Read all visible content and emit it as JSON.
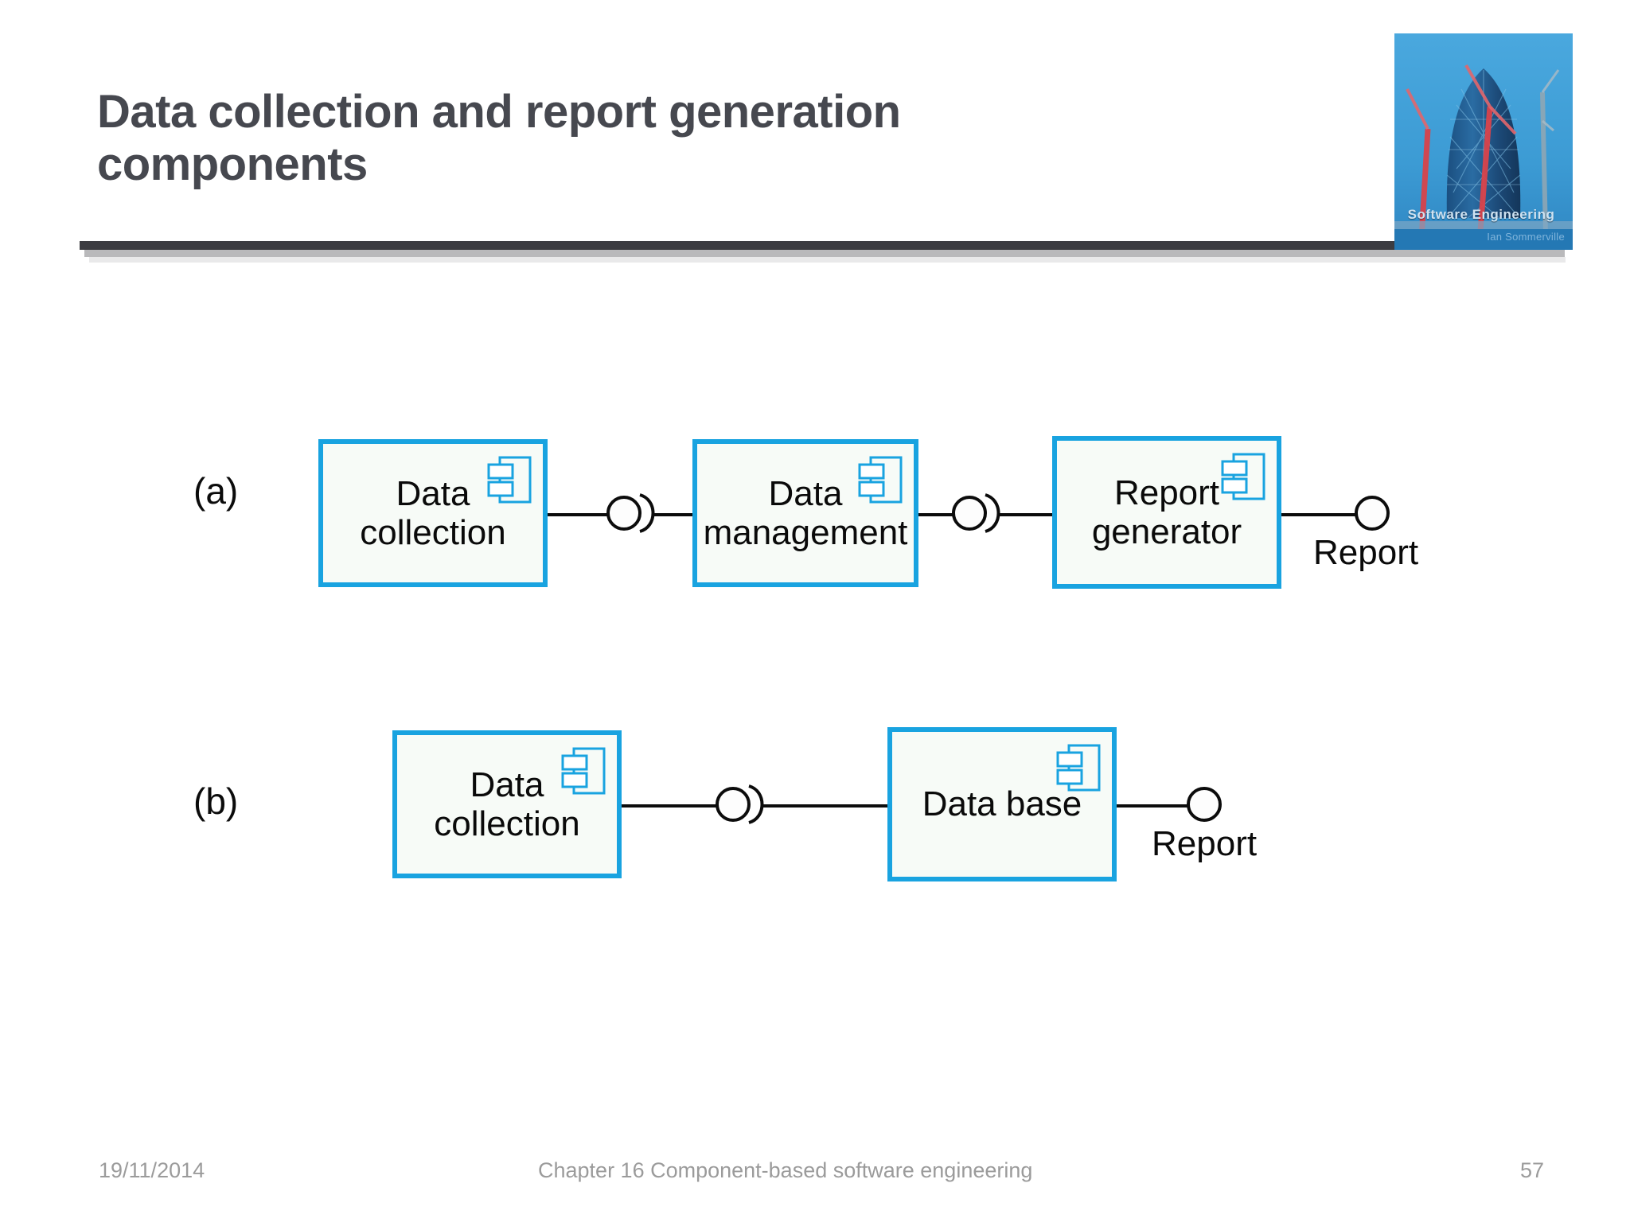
{
  "slide": {
    "title": "Data collection and report generation components",
    "title_color": "#46484f",
    "accent_color": "#19a3e0"
  },
  "book_cover": {
    "title": "Software Engineering",
    "author": "Ian Sommerville",
    "alt": "gherkin-building-photo"
  },
  "diagram": {
    "rows": [
      {
        "label": "(a)",
        "components": [
          {
            "name": "Data\ncollection",
            "icon": "uml-component-icon"
          },
          {
            "name": "Data\nmanagement",
            "icon": "uml-component-icon"
          },
          {
            "name": "Report\ngenerator",
            "icon": "uml-component-icon"
          }
        ],
        "connectors": [
          {
            "type": "ball-and-socket"
          },
          {
            "type": "ball-and-socket"
          },
          {
            "type": "ball",
            "label": "Report"
          }
        ]
      },
      {
        "label": "(b)",
        "components": [
          {
            "name": "Data\ncollection",
            "icon": "uml-component-icon"
          },
          {
            "name": "Data base",
            "icon": "uml-component-icon"
          }
        ],
        "connectors": [
          {
            "type": "ball-and-socket"
          },
          {
            "type": "ball",
            "label": "Report"
          }
        ]
      }
    ]
  },
  "footer": {
    "date": "19/11/2014",
    "center": "Chapter 16 Component-based software engineering",
    "page": "57"
  }
}
